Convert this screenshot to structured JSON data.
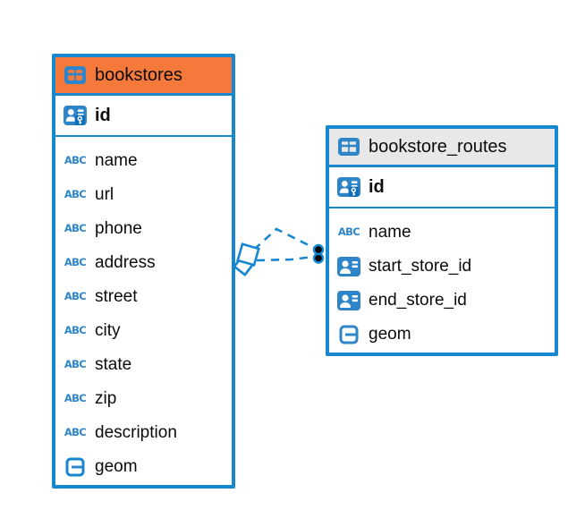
{
  "colors": {
    "border_blue": "#1787CF",
    "icon_blue": "#2E86C9",
    "icon_blue_dark": "#0E6FB8",
    "header_orange": "#F5793B",
    "header_gray": "#E8E8E8",
    "text": "#0B0B0B",
    "relationship_dot": "#000000"
  },
  "icons": {
    "text_type_glyph": "ABC"
  },
  "tables": [
    {
      "title": "bookstores",
      "header_style": "orange",
      "pk": {
        "name": "id"
      },
      "fields": [
        {
          "name": "name",
          "type": "text"
        },
        {
          "name": "url",
          "type": "text"
        },
        {
          "name": "phone",
          "type": "text"
        },
        {
          "name": "address",
          "type": "text"
        },
        {
          "name": "street",
          "type": "text"
        },
        {
          "name": "city",
          "type": "text"
        },
        {
          "name": "state",
          "type": "text"
        },
        {
          "name": "zip",
          "type": "text"
        },
        {
          "name": "description",
          "type": "text"
        },
        {
          "name": "geom",
          "type": "geometry"
        }
      ]
    },
    {
      "title": "bookstore_routes",
      "header_style": "gray",
      "pk": {
        "name": "id"
      },
      "fields": [
        {
          "name": "name",
          "type": "text"
        },
        {
          "name": "start_store_id",
          "type": "reference"
        },
        {
          "name": "end_store_id",
          "type": "reference"
        },
        {
          "name": "geom",
          "type": "geometry"
        }
      ]
    }
  ],
  "relationship": {
    "from_table": "bookstores",
    "to_table": "bookstore_routes",
    "line_style": "dashed",
    "line_count": 2
  }
}
